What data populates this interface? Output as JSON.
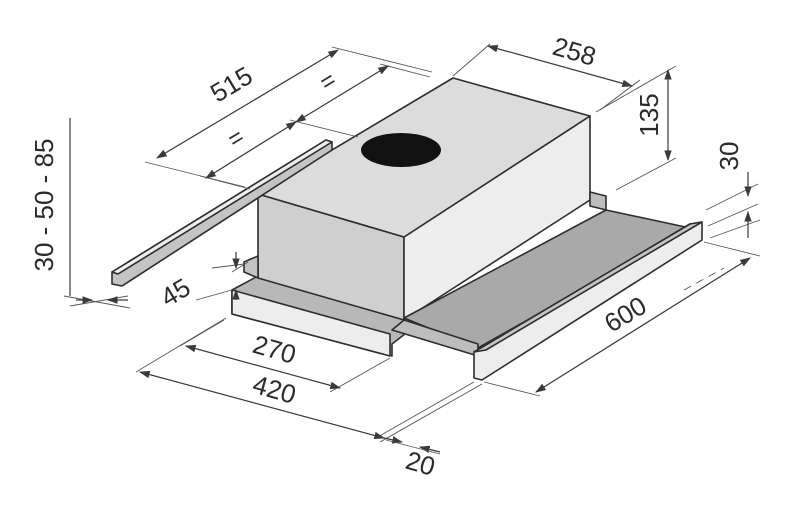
{
  "colors": {
    "top_face": "#dcdcdc",
    "left_face": "#cfcfcf",
    "front_face": "#ededed",
    "tray": "#a9a9a9",
    "tray_light": "#bdbdbd",
    "base": "#b8b8b8",
    "rail": "#c4c4c4",
    "outlet": "#111111"
  },
  "dimensions": {
    "depth_515": "515",
    "width_258": "258",
    "height_135": "135",
    "ext_30": "30",
    "ext_45": "45",
    "range_30_50_85": "30 - 50 - 85",
    "width_600": "600",
    "width_270": "270",
    "width_420": "420",
    "offset_20": "20",
    "equal_a": "=",
    "equal_b": "="
  }
}
